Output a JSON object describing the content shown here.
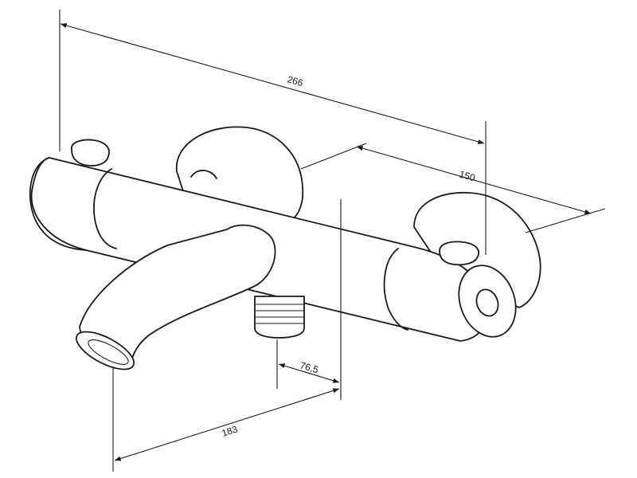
{
  "dimensions": {
    "overall_length": "266",
    "wall_depth": "150",
    "outlet_offset": "76,5",
    "spout_reach": "183"
  }
}
